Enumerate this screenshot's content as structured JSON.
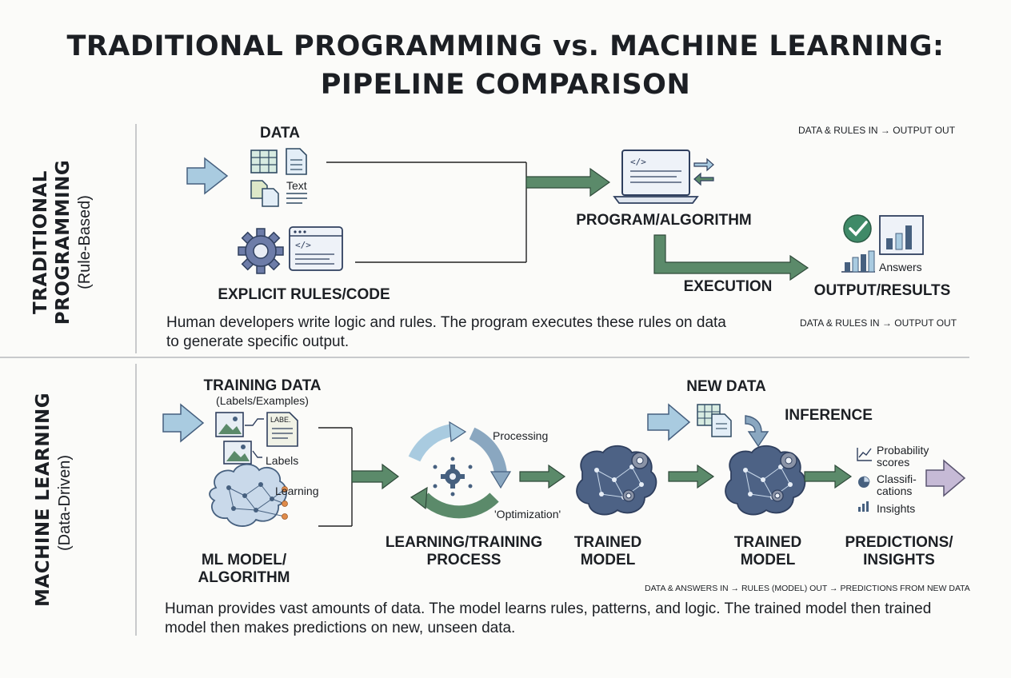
{
  "title": {
    "line1": "TRADITIONAL PROGRAMMING vs. MACHINE LEARNING:",
    "line2": "PIPELINE COMPARISON"
  },
  "traditional": {
    "side_title_1": "TRADITIONAL",
    "side_title_2": "PROGRAMMING",
    "side_subtitle": "(Rule-Based)",
    "data_label": "DATA",
    "text_label": "Text",
    "rules_label": "EXPLICIT RULES/CODE",
    "program_label": "PROGRAM/ALGORITHM",
    "execution_label": "EXECUTION",
    "answers_label": "Answers",
    "output_label": "OUTPUT/RESULTS",
    "caption_top": "DATA & RULES IN → OUTPUT OUT",
    "caption_bottom": "DATA & RULES IN → OUTPUT OUT",
    "description": "Human developers write logic and rules. The program executes these rules on data to generate specific output."
  },
  "ml": {
    "side_title": "MACHINE LEARNING",
    "side_subtitle": "(Data-Driven)",
    "training_label": "TRAINING DATA",
    "training_sub": "(Labels/Examples)",
    "doc_label": "LABE.",
    "labels_label": "Labels",
    "learning_label": "Learning",
    "model_label_1": "ML MODEL/",
    "model_label_2": "ALGORITHM",
    "processing_label": "Processing",
    "optimization_label": "'Optimization'",
    "process_label_1": "LEARNING/TRAINING",
    "process_label_2": "PROCESS",
    "trained_1_line1": "TRAINED",
    "trained_1_line2": "MODEL",
    "new_data_label": "NEW DATA",
    "inference_label": "INFERENCE",
    "trained_2_line1": "TRAINED",
    "trained_2_line2": "MODEL",
    "prob_line1": "Probability",
    "prob_line2": "scores",
    "class_line1": "Classifi-",
    "class_line2": "cations",
    "insights_label": "Insights",
    "pred_line1": "PREDICTIONS/",
    "pred_line2": "INSIGHTS",
    "caption": "DATA & ANSWERS IN → RULES (MODEL) OUT → PREDICTIONS FROM NEW DATA",
    "description": "Human provides vast amounts of data. The model learns rules, patterns, and logic. The trained model then trained model then makes predictions on new, unseen data."
  },
  "colors": {
    "green_arrow": "#5b8a6a",
    "blue_arrow": "#a9cbe0",
    "purple_arrow": "#c6bad6",
    "icon_blue": "#46607f",
    "check_green": "#3f8a68"
  }
}
